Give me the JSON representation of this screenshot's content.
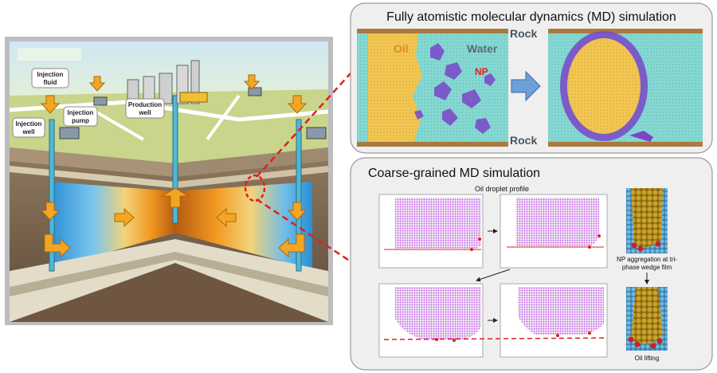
{
  "left_diagram": {
    "labels": {
      "injection_fluid": [
        "Injection",
        "fluid"
      ],
      "injection_pump": [
        "Injection",
        "pump"
      ],
      "injection_well": [
        "Injection",
        "well"
      ],
      "production_well": [
        "Production",
        "well"
      ]
    }
  },
  "md_panel": {
    "title": "Fully atomistic molecular dynamics (MD) simulation",
    "rock_top": "Rock",
    "rock_bottom": "Rock",
    "oil": "Oil",
    "water": "Water",
    "np": "NP"
  },
  "cg_panel": {
    "title": "Coarse-grained MD simulation",
    "profile_caption": "Oil droplet profile",
    "aggregation_caption": [
      "NP aggregation at tri-",
      "phase wedge film"
    ],
    "lifting_caption": "Oil lifting"
  },
  "colors": {
    "oil": "#f2c14e",
    "water": "#7fd6d0",
    "np": "#7a46c8",
    "connector": "#e02020",
    "plot_points": "#c86be0",
    "arrow_orange": "#f4a623",
    "md_arrow": "#6f9fd8"
  }
}
